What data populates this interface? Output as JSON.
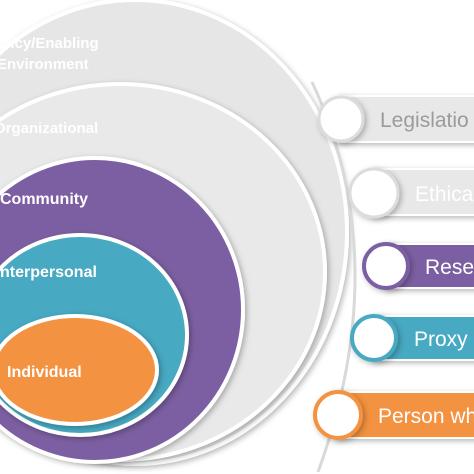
{
  "levels": [
    {
      "id": "policy",
      "lines": [
        "olicy/Enabling",
        "Environment"
      ],
      "color": "#e6e6e6",
      "text_color": "#ffffff"
    },
    {
      "id": "organizational",
      "lines": [
        "Organizational"
      ],
      "color": "#e9e9e9",
      "text_color": "#ffffff"
    },
    {
      "id": "community",
      "lines": [
        "Community"
      ],
      "color": "#7b5ea2",
      "text_color": "#ffffff"
    },
    {
      "id": "interpersonal",
      "lines": [
        "nterpersonal"
      ],
      "color": "#47a9c2",
      "text_color": "#ffffff"
    },
    {
      "id": "individual",
      "lines": [
        "Individual"
      ],
      "color": "#f3923f",
      "text_color": "#ffffff"
    }
  ],
  "tags": [
    {
      "id": "legislation",
      "label": "Legislatio",
      "color": "#e8e8e8",
      "text_color": "#9b9b9b"
    },
    {
      "id": "ethical",
      "label": "Ethica",
      "color": "#e8e8e8",
      "text_color": "#ffffff"
    },
    {
      "id": "research",
      "label": "Rese",
      "color": "#7b5ea2",
      "text_color": "#ffffff"
    },
    {
      "id": "proxy",
      "label": "Proxy",
      "color": "#47a9c2",
      "text_color": "#ffffff"
    },
    {
      "id": "person",
      "label": "Person wh",
      "color": "#f3923f",
      "text_color": "#ffffff"
    }
  ]
}
